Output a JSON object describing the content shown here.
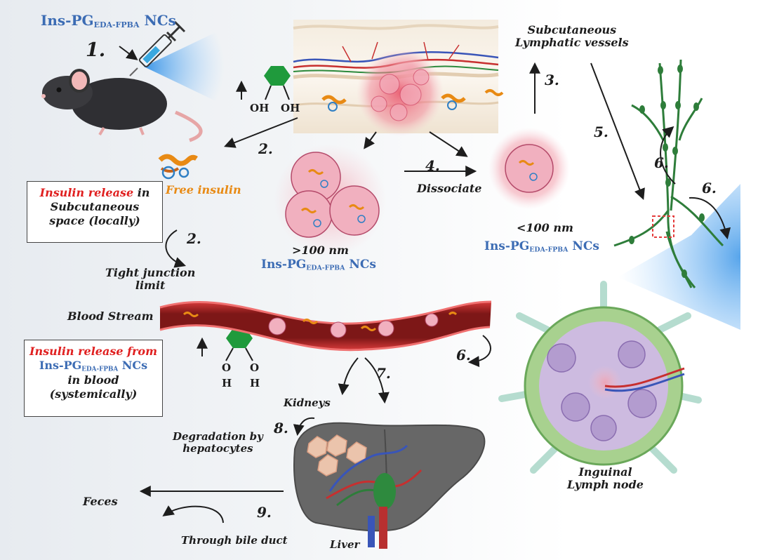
{
  "labels": {
    "nc_title": {
      "main": "Ins-PG",
      "sub": "EDA-FPBA",
      "suffix": " NCs"
    },
    "nc_large": {
      "main": "Ins-PG",
      "sub": "EDA-FPBA",
      "suffix": " NCs"
    },
    "nc_small": {
      "main": "Ins-PG",
      "sub": "EDA-FPBA",
      "suffix": " NCs"
    },
    "subcutaneous_lymphatic": [
      "Subcutaneous",
      "Lymphatic vessels"
    ],
    "free_insulin": "Free insulin",
    "dissociate": "Dissociate",
    "size_large": ">100 nm",
    "size_small": "<100 nm",
    "tight_junction": [
      "Tight junction",
      "limit"
    ],
    "blood_stream": "Blood Stream",
    "kidneys": "Kidneys",
    "degradation": [
      "Degradation by",
      "hepatocytes"
    ],
    "feces": "Feces",
    "bile_duct": "Through bile duct",
    "liver": "Liver",
    "lymph_node": [
      "Inguinal",
      "Lymph node"
    ]
  },
  "boxes": {
    "local": {
      "red": "Insulin release",
      "rest": " in",
      "lines": [
        "Subcutaneous",
        "space (locally)"
      ]
    },
    "systemic": {
      "red": "Insulin release from",
      "lines": [
        "in blood",
        "(systemically)"
      ]
    }
  },
  "chem": {
    "top_groups": [
      "OH",
      "OH"
    ],
    "bottom_o": [
      "O",
      "O"
    ],
    "bottom_h": [
      "H",
      "H"
    ]
  },
  "steps": {
    "s1": "1.",
    "s2a": "2.",
    "s2b": "2.",
    "s3": "3.",
    "s4": "4.",
    "s5": "5.",
    "s6a": "6.",
    "s6b": "6.",
    "s6c": "6.",
    "s7": "7.",
    "s8": "8.",
    "s9": "9."
  },
  "colors": {
    "nc_blue": "#3c6cb4",
    "insulin_red": "#e02020",
    "free_insulin_orange": "#e88a14",
    "boronate_green": "#1f9a3c",
    "vessel_red": "#8e1b1b",
    "liver_gray": "#6a6a6a",
    "lymph_green": "#2e7d3a",
    "light_beam": "#5aa8e8"
  },
  "icons": [
    "mouse-icon",
    "syringe-icon",
    "light-beam-icon",
    "skin-tissue-icon",
    "insulin-protein-icon",
    "nanocomplex-icon",
    "blood-vessel-icon",
    "liver-icon",
    "lymph-node-icon",
    "lymphatic-vessel-icon",
    "boronate-ring-icon"
  ]
}
